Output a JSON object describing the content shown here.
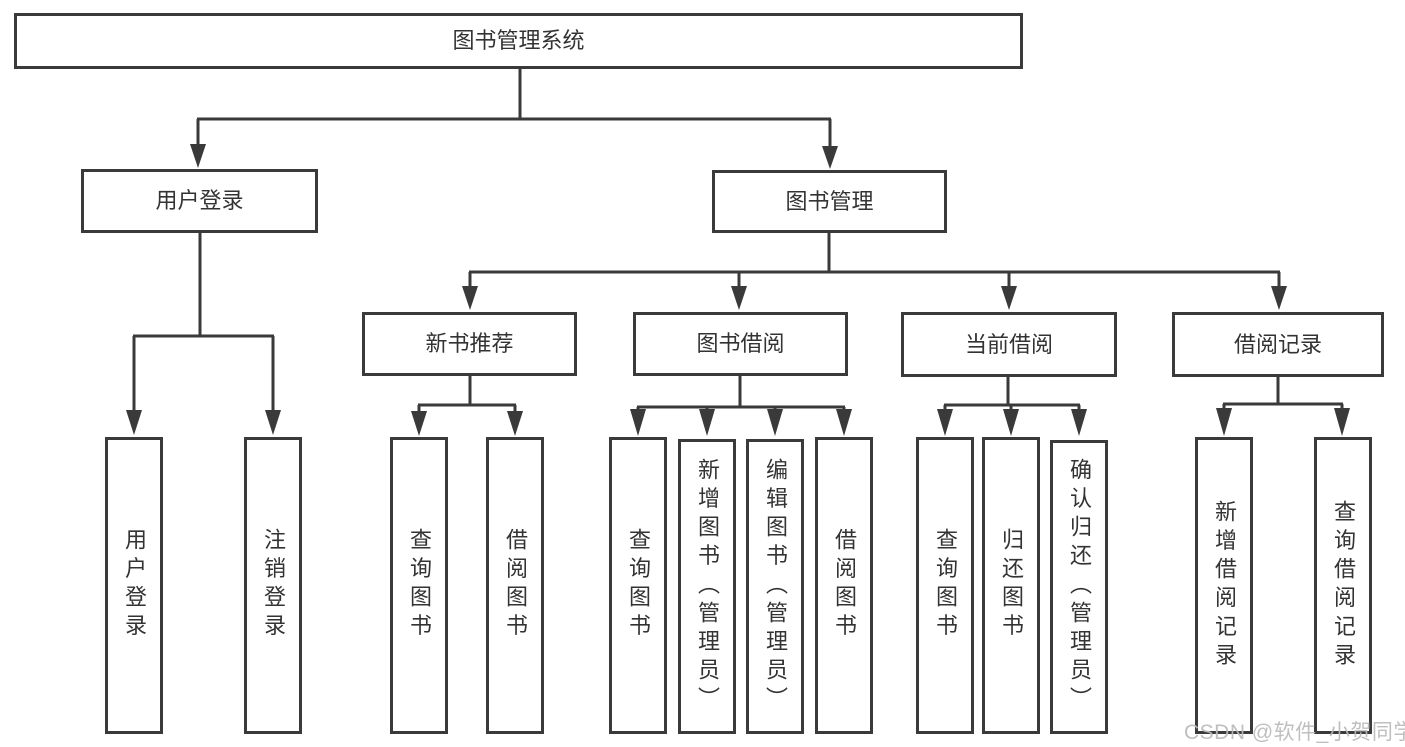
{
  "tree": {
    "label": "图书管理系统",
    "children": [
      {
        "label": "用户登录",
        "children": [
          {
            "label": "用户登录"
          },
          {
            "label": "注销登录"
          }
        ]
      },
      {
        "label": "图书管理",
        "children": [
          {
            "label": "新书推荐",
            "children": [
              {
                "label": "查询图书"
              },
              {
                "label": "借阅图书"
              }
            ]
          },
          {
            "label": "图书借阅",
            "children": [
              {
                "label": "查询图书"
              },
              {
                "label": "新增图书（管理员）"
              },
              {
                "label": "编辑图书（管理员）"
              },
              {
                "label": "借阅图书"
              }
            ]
          },
          {
            "label": "当前借阅",
            "children": [
              {
                "label": "查询图书"
              },
              {
                "label": "归还图书"
              },
              {
                "label": "确认归还（管理员）"
              }
            ]
          },
          {
            "label": "借阅记录",
            "children": [
              {
                "label": "新增借阅记录"
              },
              {
                "label": "查询借阅记录"
              }
            ]
          }
        ]
      }
    ]
  },
  "watermark": {
    "text": "CSDN @软件_小贺同学"
  },
  "colors": {
    "line": "#3a3a3a",
    "border": "#3a3a3a",
    "text": "#333333",
    "background": "#ffffff",
    "watermark": "#bababa"
  }
}
